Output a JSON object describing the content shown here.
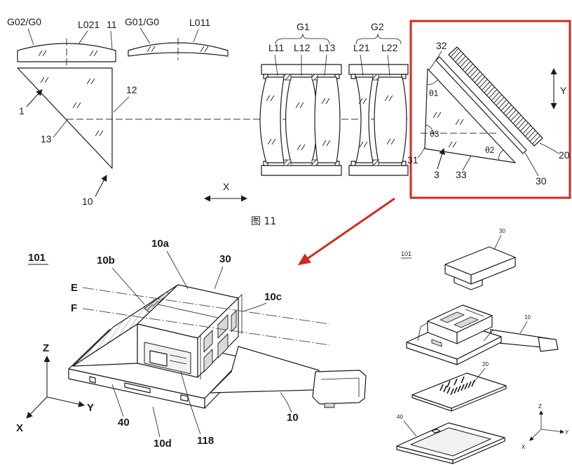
{
  "optics": {
    "g02_g0": "G02/G0",
    "l021": "L021",
    "ref_11": "11",
    "g01_g0": "G01/G0",
    "l011": "L011",
    "group_g1": "G1",
    "group_g2": "G2",
    "l11": "L11",
    "l12": "L12",
    "l13": "L13",
    "l21": "L21",
    "l22": "L22",
    "ref_12": "12",
    "ref_1": "1",
    "ref_13": "13",
    "ref_10": "10",
    "axis_x": "X",
    "caption": "图 11"
  },
  "inset": {
    "ref_32": "32",
    "theta_1": "θ1",
    "axis_y": "Y",
    "theta_3": "θ3",
    "ref_31": "31",
    "ref_3": "3",
    "ref_33": "33",
    "theta_2": "θ2",
    "ref_30": "30",
    "ref_20": "20"
  },
  "assembly": {
    "ref_101": "101",
    "ref_10b": "10b",
    "ref_10a": "10a",
    "ref_30": "30",
    "ref_10c": "10c",
    "line_e": "E",
    "line_f": "F",
    "axis_z": "Z",
    "axis_y": "Y",
    "axis_x": "X",
    "ref_40": "40",
    "ref_118": "118",
    "ref_10d": "10d",
    "ref_10": "10"
  },
  "exploded": {
    "ref_101": "101",
    "ref_30": "30",
    "ref_10": "10",
    "ref_20": "20",
    "ref_40": "40",
    "axis_z": "Z",
    "axis_y": "Y",
    "axis_x": "X"
  },
  "colors": {
    "highlight": "#d42a22",
    "ink": "#1a1a1a",
    "paper": "#ffffff"
  }
}
